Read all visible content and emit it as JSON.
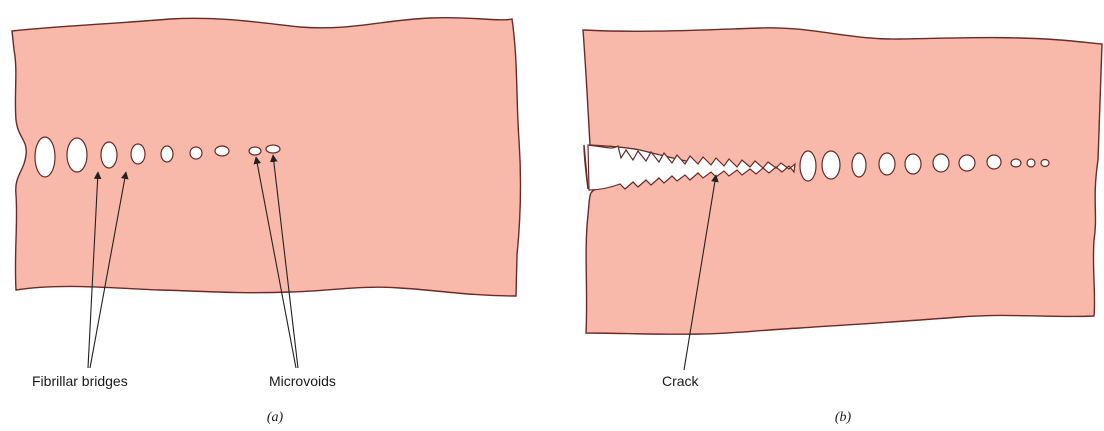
{
  "panel_a": {
    "labels": {
      "fibrillar_bridges": "Fibrillar bridges",
      "microvoids": "Microvoids"
    },
    "caption": "(a)"
  },
  "panel_b": {
    "labels": {
      "crack": "Crack"
    },
    "caption": "(b)"
  },
  "colors": {
    "polymer_fill": "#f9b9aa",
    "outline": "#6b2a28",
    "void_fill": "#ffffff",
    "leader_line": "#222222",
    "text": "#1a1a1a"
  }
}
